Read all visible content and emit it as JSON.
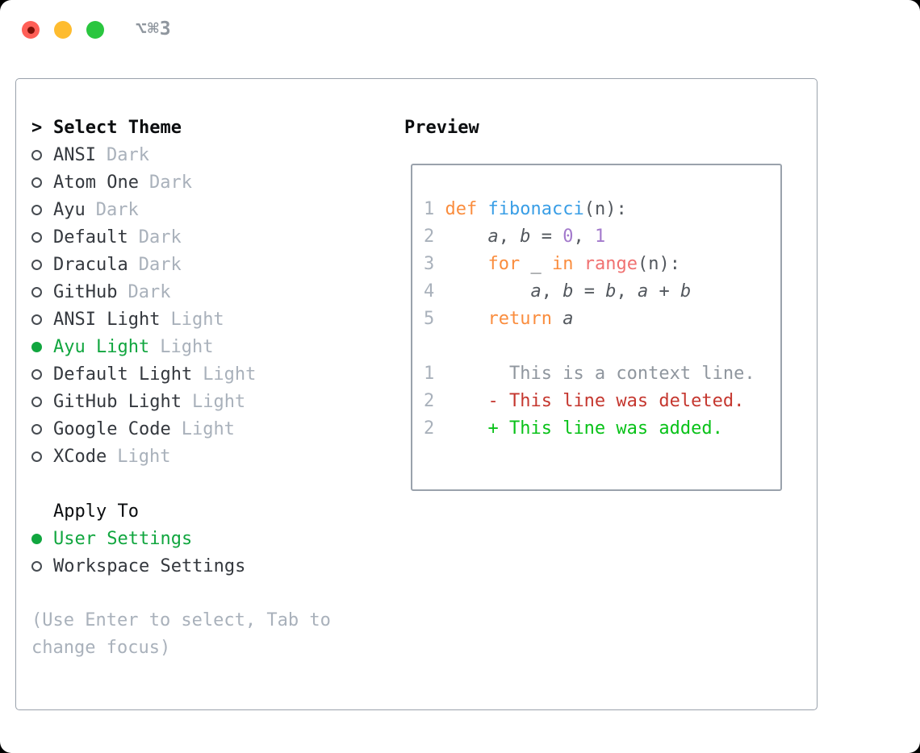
{
  "window": {
    "shortcut": "⌥⌘3"
  },
  "theme_panel": {
    "header_prefix": ">",
    "header": "Select Theme",
    "themes": [
      {
        "name": "ANSI",
        "variant": "Dark",
        "selected": false
      },
      {
        "name": "Atom One",
        "variant": "Dark",
        "selected": false
      },
      {
        "name": "Ayu",
        "variant": "Dark",
        "selected": false
      },
      {
        "name": "Default",
        "variant": "Dark",
        "selected": false
      },
      {
        "name": "Dracula",
        "variant": "Dark",
        "selected": false
      },
      {
        "name": "GitHub",
        "variant": "Dark",
        "selected": false
      },
      {
        "name": "ANSI Light",
        "variant": "Light",
        "selected": false
      },
      {
        "name": "Ayu Light",
        "variant": "Light",
        "selected": true
      },
      {
        "name": "Default Light",
        "variant": "Light",
        "selected": false
      },
      {
        "name": "GitHub Light",
        "variant": "Light",
        "selected": false
      },
      {
        "name": "Google Code",
        "variant": "Light",
        "selected": false
      },
      {
        "name": "XCode",
        "variant": "Light",
        "selected": false
      }
    ],
    "apply_to": {
      "header": "Apply To",
      "options": [
        {
          "label": "User Settings",
          "selected": true
        },
        {
          "label": "Workspace Settings",
          "selected": false
        }
      ]
    },
    "hint": "(Use Enter to select, Tab to change focus)"
  },
  "preview": {
    "header": "Preview",
    "lines": [
      {
        "num": "1",
        "tokens": [
          {
            "t": "def",
            "c": "keyword"
          },
          {
            "t": " ",
            "c": ""
          },
          {
            "t": "fibonacci",
            "c": "function"
          },
          {
            "t": "(n):",
            "c": ""
          }
        ]
      },
      {
        "num": "2",
        "tokens": [
          {
            "t": "    ",
            "c": ""
          },
          {
            "t": "a",
            "c": "var"
          },
          {
            "t": ", ",
            "c": ""
          },
          {
            "t": "b",
            "c": "var"
          },
          {
            "t": " = ",
            "c": ""
          },
          {
            "t": "0",
            "c": "number"
          },
          {
            "t": ", ",
            "c": ""
          },
          {
            "t": "1",
            "c": "number"
          }
        ]
      },
      {
        "num": "3",
        "tokens": [
          {
            "t": "    ",
            "c": ""
          },
          {
            "t": "for",
            "c": "keyword"
          },
          {
            "t": " _ ",
            "c": ""
          },
          {
            "t": "in",
            "c": "keyword"
          },
          {
            "t": " ",
            "c": ""
          },
          {
            "t": "range",
            "c": "builtin"
          },
          {
            "t": "(n):",
            "c": ""
          }
        ]
      },
      {
        "num": "4",
        "tokens": [
          {
            "t": "        ",
            "c": ""
          },
          {
            "t": "a",
            "c": "var"
          },
          {
            "t": ", ",
            "c": ""
          },
          {
            "t": "b",
            "c": "var"
          },
          {
            "t": " = ",
            "c": ""
          },
          {
            "t": "b",
            "c": "var"
          },
          {
            "t": ", ",
            "c": ""
          },
          {
            "t": "a",
            "c": "var"
          },
          {
            "t": " + ",
            "c": ""
          },
          {
            "t": "b",
            "c": "var"
          }
        ]
      },
      {
        "num": "5",
        "tokens": [
          {
            "t": "    ",
            "c": ""
          },
          {
            "t": "return",
            "c": "keyword"
          },
          {
            "t": " ",
            "c": ""
          },
          {
            "t": "a",
            "c": "var"
          }
        ]
      },
      {
        "num": "",
        "tokens": []
      },
      {
        "num": "1",
        "tokens": [
          {
            "t": "      This is a context line.",
            "c": "context"
          }
        ]
      },
      {
        "num": "2",
        "tokens": [
          {
            "t": "    - This line was deleted.",
            "c": "deleted"
          }
        ]
      },
      {
        "num": "2",
        "tokens": [
          {
            "t": "    + This line was added.",
            "c": "added"
          }
        ]
      }
    ]
  },
  "colors": {
    "window_bg": "#ffffff",
    "desktop_bg": "#000000",
    "panel_border": "#9aa2ac",
    "traffic_red": "#ff5f57",
    "traffic_red_dot": "#7c1007",
    "traffic_yellow": "#febc2f",
    "traffic_green": "#2ac63f",
    "shortcut_gray": "#8f969e",
    "header_text": "#0b0d0f",
    "item_text": "#34383e",
    "muted": "#a9b1bb",
    "selection_green": "#11a63f",
    "radio_ring": "#474c52",
    "code_text": "#53585e",
    "keyword": "#fa8d3e",
    "function": "#399ee6",
    "number": "#a37acc",
    "builtin": "#f07171",
    "context": "#8f969e",
    "deleted": "#c5372f",
    "added": "#09c219"
  }
}
